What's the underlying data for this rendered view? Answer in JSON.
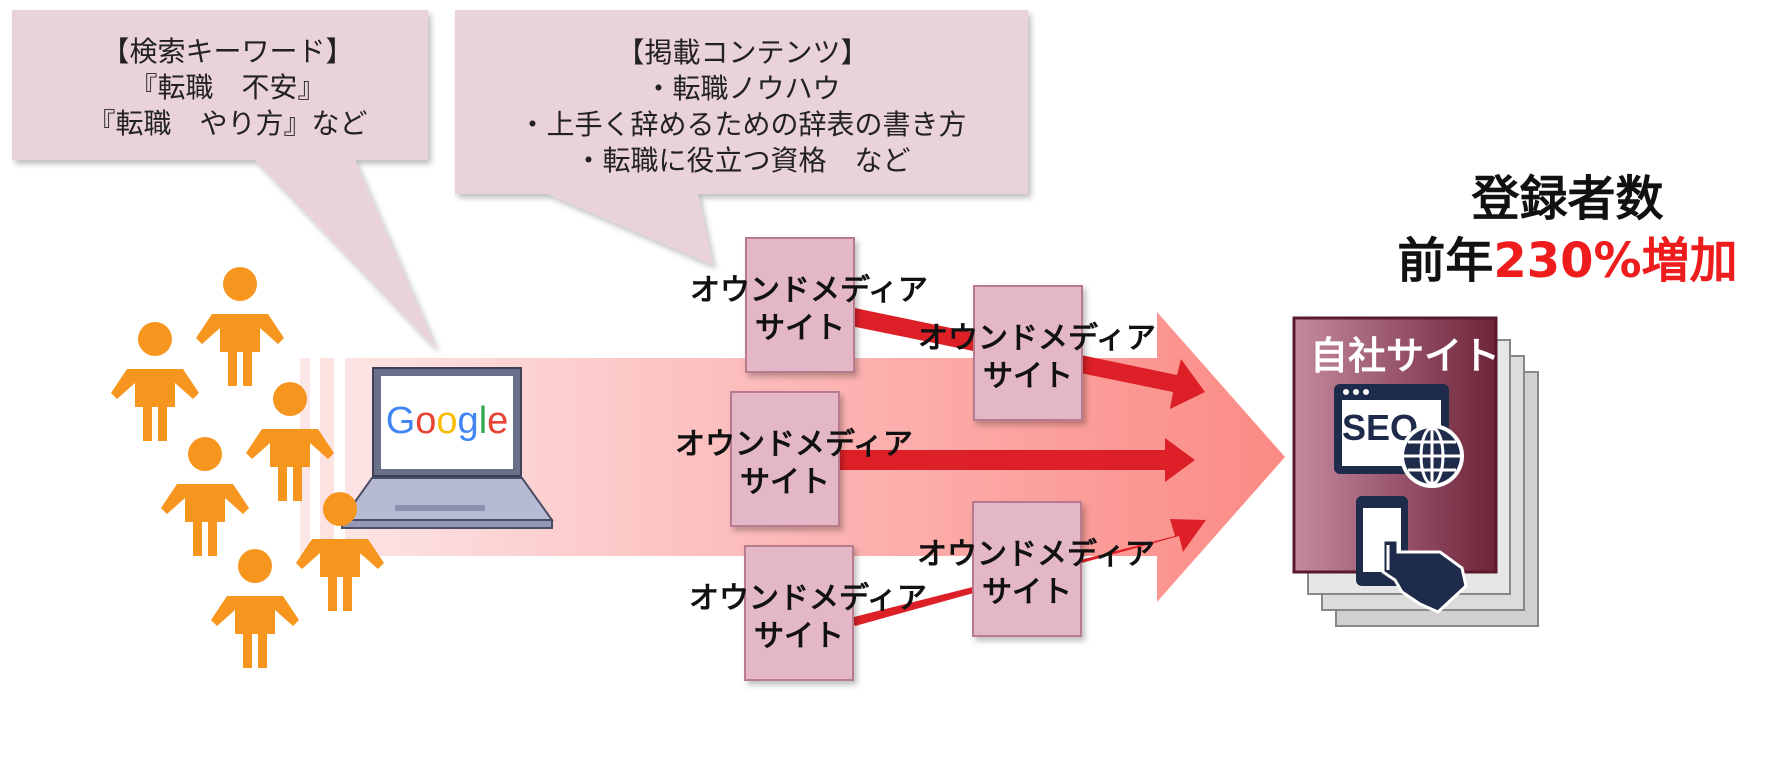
{
  "bubbles": {
    "search": {
      "line1": "【検索キーワード】",
      "line2": "『転職　不安』",
      "line3": "『転職　やり方』など"
    },
    "content": {
      "line1": "【掲載コンテンツ】",
      "line2": "・転職ノウハウ",
      "line3": "・上手く辞めるための辞表の書き方",
      "line4": "・転職に役立つ資格　など"
    }
  },
  "headline": {
    "line1": "登録者数",
    "prefix": "前年",
    "highlight": "230%増加"
  },
  "media_boxes": [
    {
      "line1": "オウンドメディア",
      "line2": "サイト"
    },
    {
      "line1": "オウンドメディア",
      "line2": "サイト"
    },
    {
      "line1": "オウンドメディア",
      "line2": "サイト"
    },
    {
      "line1": "オウンドメディア",
      "line2": "サイト"
    },
    {
      "line1": "オウンドメディア",
      "line2": "サイト"
    }
  ],
  "laptop_screen": {
    "logo": "Google"
  },
  "own_site": {
    "label": "自社サイト",
    "seo_text": "SEO"
  },
  "colors": {
    "person": "#f7961e",
    "bubble": "#ead2d9",
    "arrow_red": "#dd2027",
    "highlight": "#ee1c1c",
    "site_panel": "#7c3046"
  },
  "icons": [
    "person-icon",
    "laptop-icon",
    "seo-browser-icon",
    "globe-icon",
    "smartphone-hand-icon"
  ]
}
